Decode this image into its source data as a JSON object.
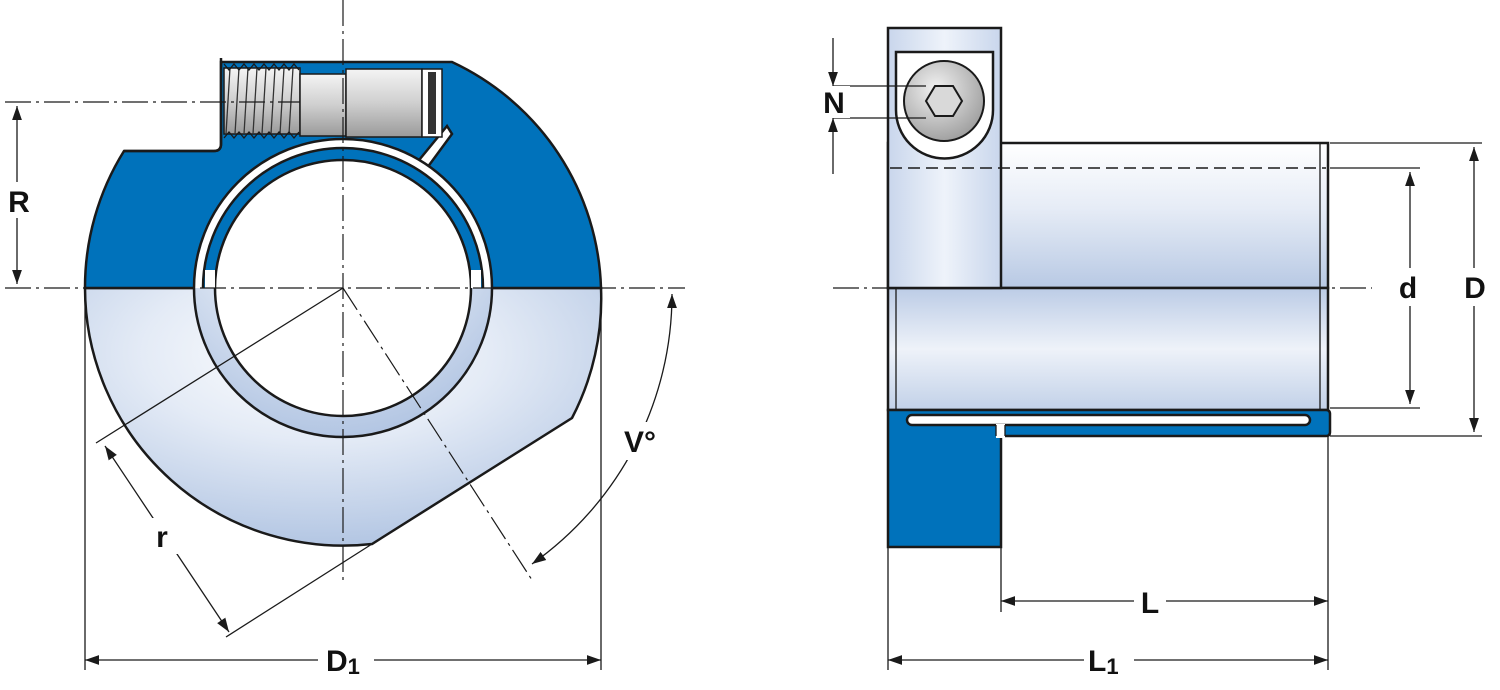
{
  "colors": {
    "section_blue": "#0072bb",
    "metal_light": "#e9eef7",
    "metal_dark": "#b3c6e3",
    "line": "#1a1a1a"
  },
  "front_view": {
    "labels": {
      "radius_R": "R",
      "radius_r": "r",
      "diameter_D1": "D",
      "diameter_D1_sub": "1",
      "angle_V": "V°"
    }
  },
  "side_view": {
    "labels": {
      "screw_N": "N",
      "bore_d": "d",
      "outer_D": "D",
      "length_L": "L",
      "length_L1": "L",
      "length_L1_sub": "1"
    }
  }
}
